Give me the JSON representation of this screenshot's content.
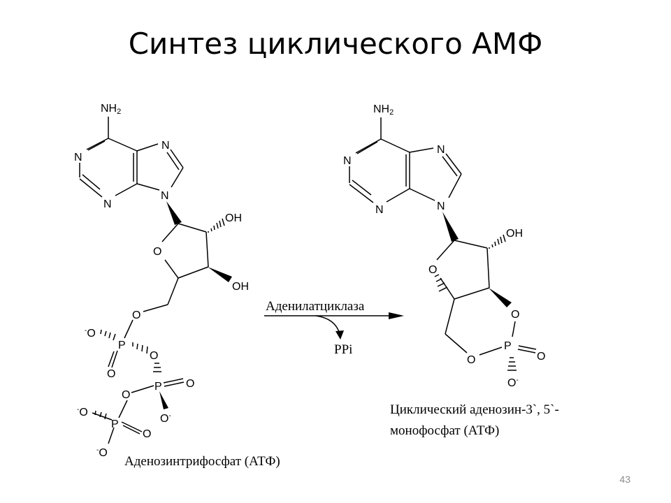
{
  "title": "Синтез циклического АМФ",
  "reaction": {
    "enzyme": "Аденилатциклаза",
    "byproduct": "PPi"
  },
  "reactant": {
    "caption": "Аденозинтрифосфат (АТФ)",
    "atoms": {
      "nh2_main": "NH",
      "nh2_sub": "2",
      "n": "N",
      "o": "O",
      "oh": "OH",
      "p": "P",
      "ominus_o": "O",
      "ominus_sign": "-"
    }
  },
  "product": {
    "caption_line1": "Циклический аденозин-3`, 5`-",
    "caption_line2": "монофосфат (АТФ)",
    "atoms": {
      "nh2_main": "NH",
      "nh2_sub": "2",
      "n": "N",
      "o": "O",
      "oh": "OH",
      "p": "P",
      "ominus_o": "O",
      "ominus_sign": "-"
    }
  },
  "page_number": "43"
}
